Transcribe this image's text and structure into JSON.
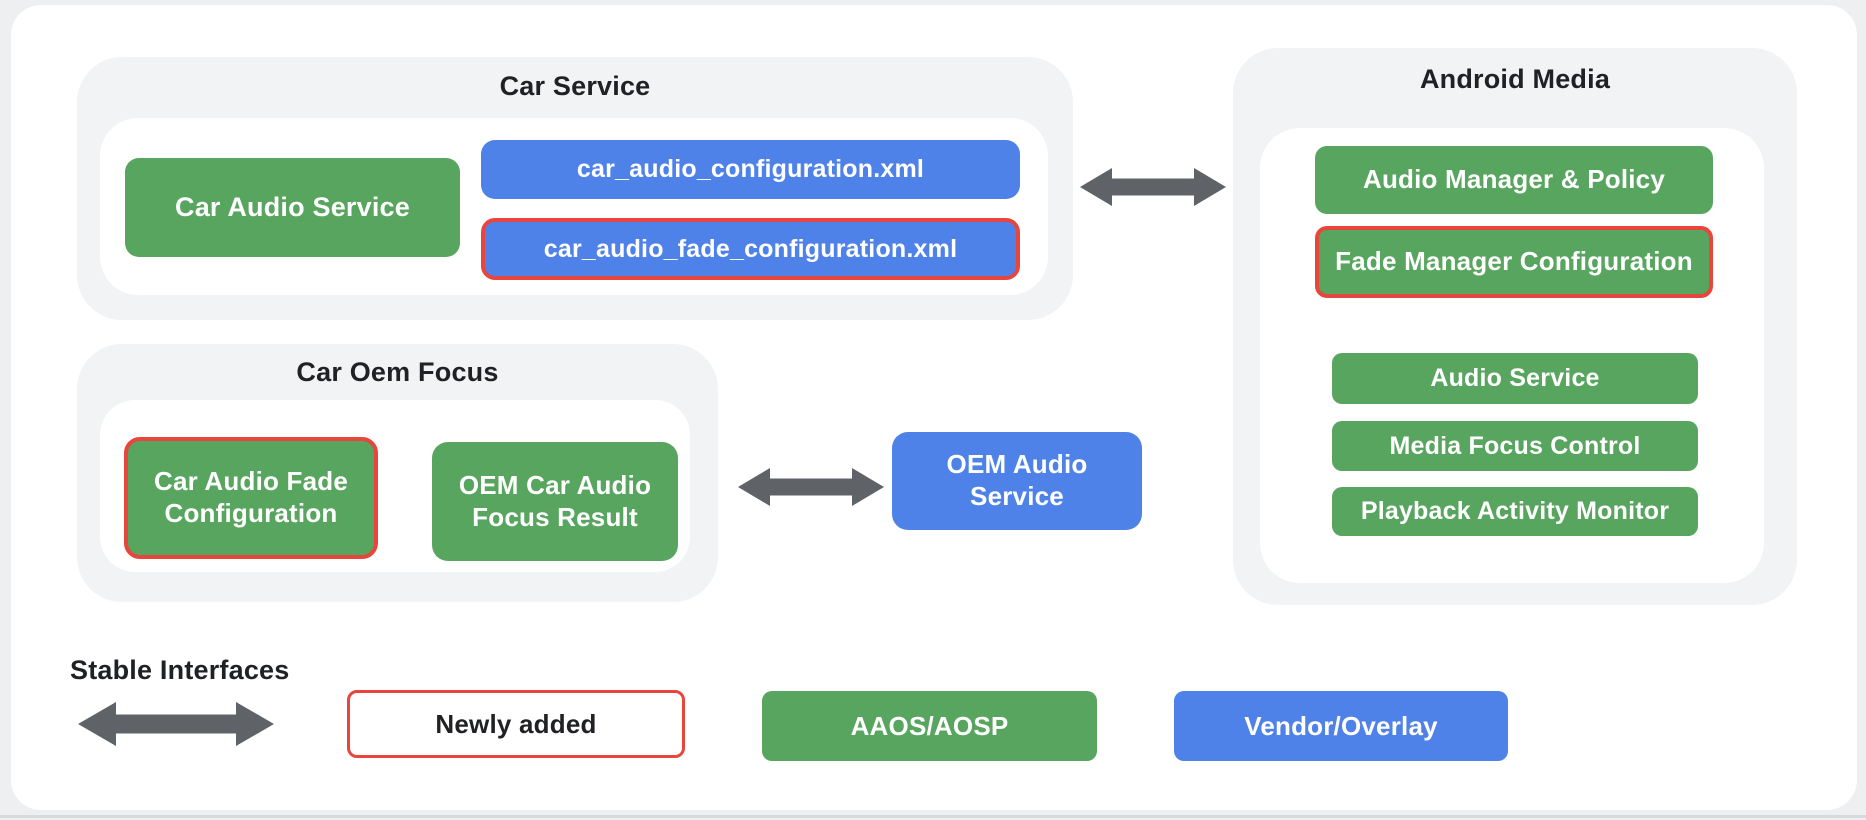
{
  "palette": {
    "green": "#57a55e",
    "blue": "#4f82e9",
    "red_outline": "#e8453c",
    "arrow_gray": "#5f6368",
    "container_gray": "#f1f3f4",
    "title_text": "#202124",
    "box_text": "#ffffff"
  },
  "car_service": {
    "title": "Car Service",
    "car_audio_service": "Car Audio Service",
    "config_xml": "car_audio_configuration.xml",
    "fade_config_xml": "car_audio_fade_configuration.xml"
  },
  "android_media": {
    "title": "Android Media",
    "audio_manager_policy": "Audio Manager & Policy",
    "fade_manager_configuration": "Fade Manager Configuration",
    "audio_service": "Audio Service",
    "media_focus_control": "Media Focus Control",
    "playback_activity_monitor": "Playback Activity Monitor"
  },
  "car_oem_focus": {
    "title": "Car Oem Focus",
    "car_audio_fade_configuration": "Car Audio Fade Configuration",
    "oem_car_audio_focus_result": "OEM Car Audio Focus Result"
  },
  "oem_audio_service": {
    "label": "OEM Audio Service"
  },
  "legend": {
    "stable_interfaces": "Stable Interfaces",
    "newly_added": "Newly added",
    "aaos_aosp": "AAOS/AOSP",
    "vendor_overlay": "Vendor/Overlay"
  }
}
